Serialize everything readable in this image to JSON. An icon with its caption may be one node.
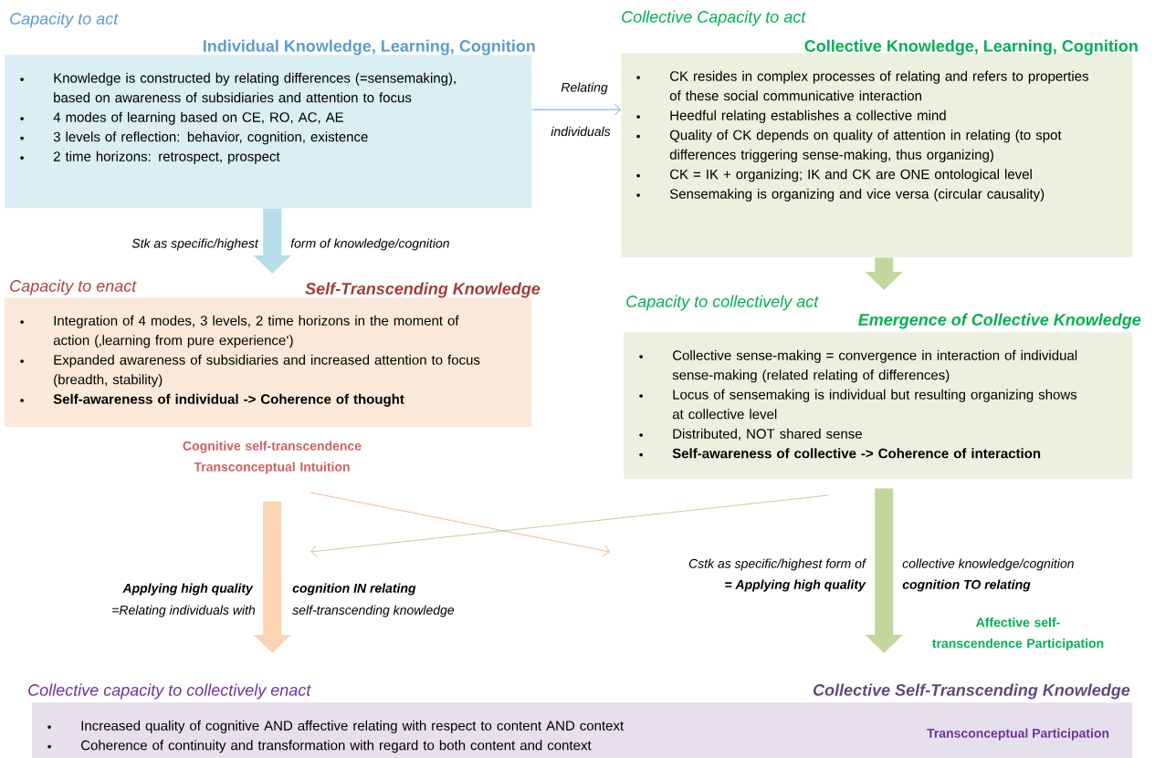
{
  "diagram": {
    "nodes": [
      {
        "text": [
          "Capacity to act",
          "Individual Knowledge, Learning, Cognition",
          "Knowledge is constructed by relating differences (=sensemaking), based on awareness of subsidiaries and attention to focus",
          "4 modes of learning based on CE, RO, AC, AE",
          "3 levels of reflection: behavior, cognition, existence",
          "2 time horizons: retrospect, prospect"
        ]
      },
      {
        "text": [
          "Collective Capacity to act",
          "Collective Knowledge, Learning, Cognition",
          "CK resides in complex processes of relating and refers to properties of these social communicative interaction",
          "Heedful relating establishes a collective mind",
          "Quality of CK depends on quality of attention in relating (to spot differences triggering sense-making, thus organizing)",
          "CK = IK + organizing; IK and CK are ONE ontological level",
          "Sensemaking is organizing and vice versa (circular causality)"
        ]
      },
      {
        "text": [
          "Capacity to enact",
          "Self-Transcending Knowledge",
          "Integration of 4 modes, 3 levels, 2 time horizons in the moment of action (‚learning from pure experience‘)",
          "Expanded awareness of subsidiaries and increased attention to focus (breadth, stability)",
          "Self-awareness of individual -> Coherence of thought"
        ]
      },
      {
        "text": [
          "Cognitive self-transcendence Transconceptual Intuition"
        ]
      },
      {
        "text": [
          "Capacity to collectively act",
          "Emergence of Collective Knowledge",
          "Collective sense-making = convergence in interaction of individual sense-making (related relating of differences)",
          "Locus of sensemaking is individual but resulting organizing shows at collective level",
          "Distributed, NOT shared sense",
          "Self-awareness of collective -> Coherence of interaction"
        ]
      },
      {
        "text": [
          "Collective capacity to collectively enact",
          "Collective Self-Transcending Knowledge",
          "Increased quality of cognitive AND affective relating with respect to content AND context",
          "Coherence of continuity and transformation with regard to both content and context",
          "Transconceptual Participation"
        ]
      }
    ],
    "edges": [
      {
        "from": 0,
        "to": 1,
        "arrow": "to",
        "color": "#5b9bd5"
      },
      {
        "from": 0,
        "to": 2,
        "arrow": "to",
        "color": "#b7dde8"
      },
      {
        "from": 1,
        "to": 4,
        "arrow": "to",
        "color": "#c3d69b"
      },
      {
        "from": 3,
        "to": 5,
        "arrow": "to",
        "color": "#fbd4b4"
      },
      {
        "from": 4,
        "to": 5,
        "arrow": "to",
        "color": "#c3d69b"
      }
    ],
    "labels": [
      "Relating",
      "individuals",
      "Stk as specific/highest",
      "form of knowledge/cognition",
      "Applying high quality",
      "cognition IN relating",
      "=Relating individuals with",
      "self-transcending knowledge",
      "Cstk as specific/highest form of",
      "collective knowledge/cognition",
      "= Applying high quality",
      "cognition TO relating",
      "Affective self-transcendence Participation"
    ]
  }
}
